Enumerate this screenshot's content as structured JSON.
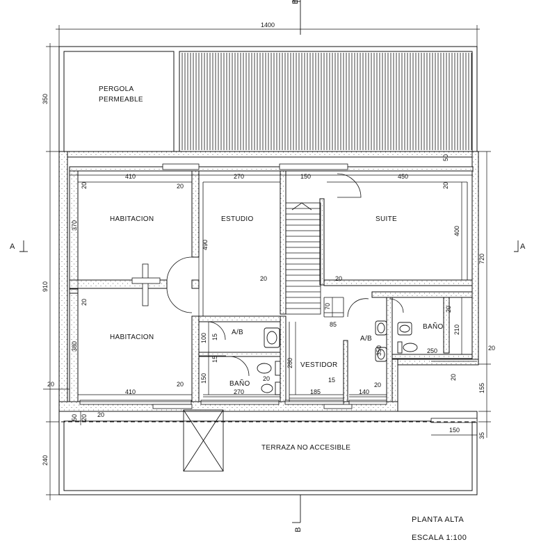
{
  "plan": {
    "rooms": {
      "pergola_line1": "PERGOLA",
      "pergola_line2": "PERMEABLE",
      "habitacion_top": "HABITACION",
      "estudio": "ESTUDIO",
      "suite": "SUITE",
      "habitacion_bottom": "HABITACION",
      "bano_suite": "BAÑO",
      "ab_left": "A/B",
      "ab_right": "A/B",
      "vestidor": "VESTIDOR",
      "bano_main": "BAÑO",
      "terraza": "TERRAZA NO ACCESIBLE"
    },
    "cuts": {
      "a_left": "A",
      "a_right": "A",
      "b_top": "B",
      "b_bottom": "B"
    },
    "dimensions": {
      "top_total": "1400",
      "left_pergola": "350",
      "left_house": "910",
      "left_terraza": "240",
      "right_house": "720",
      "right_155": "155",
      "right_35": "35",
      "right_150": "150",
      "right_20": "20",
      "right_20b": "20",
      "top_50": "50",
      "d410_top": "410",
      "d270_top": "270",
      "d150_top": "150",
      "d450_top": "450",
      "d20_a": "20",
      "d20_b": "20",
      "d20_c": "20",
      "d370": "370",
      "d490": "490",
      "d400": "400",
      "d20_d": "20",
      "d20_e": "20",
      "d20_f": "20",
      "d70": "70",
      "d85": "85",
      "d20_g": "20",
      "d210": "210",
      "d250": "250",
      "d350": "350",
      "d100": "100",
      "d15_a": "15",
      "d380": "380",
      "d280": "280",
      "d150_mid": "150",
      "d15_b": "15",
      "d20_h": "20",
      "d15_c": "15",
      "d20_i": "20",
      "d20_j": "20",
      "d410_bot": "410",
      "d270_bot": "270",
      "d185": "185",
      "d140": "140",
      "d20_k": "20",
      "d20_l": "20",
      "d50_bot": "50",
      "d20_m": "20"
    }
  },
  "title_block": {
    "title": "PLANTA ALTA",
    "scale": "ESCALA 1:100"
  }
}
